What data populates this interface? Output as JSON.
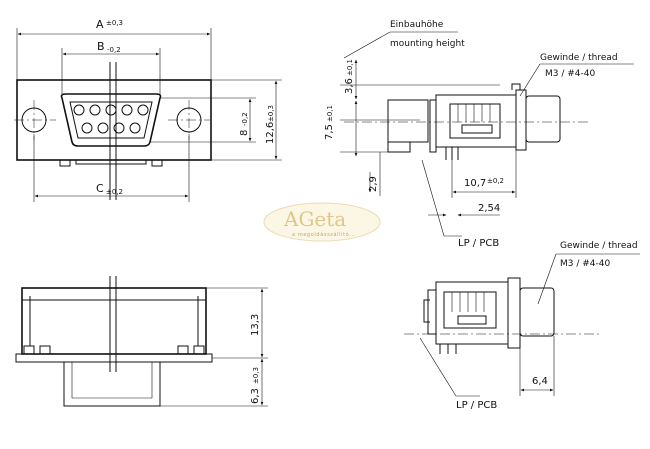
{
  "front_view": {
    "dim_a": "A",
    "dim_a_tol": "±0,3",
    "dim_b": "B",
    "dim_b_tol": "-0,2",
    "dim_c": "C",
    "dim_c_tol": "±0,2",
    "dim_8": "8",
    "dim_8_tol": "-0,2",
    "dim_12_6": "12,6",
    "dim_12_6_tol": "±0,3"
  },
  "side_view": {
    "mounting_height_de": "Einbauhöhe",
    "mounting_height_en": "mounting height",
    "thread_label": "Gewinde / thread",
    "thread_spec": "M3  /  #4-40",
    "dim_3_6": "3,6",
    "dim_3_6_tol": "±0,1",
    "dim_7_5": "7,5",
    "dim_7_5_tol": "±0,1",
    "dim_2_9": "2,9",
    "dim_10_7": "10,7",
    "dim_10_7_tol": "±0,2",
    "dim_2_54": "2,54",
    "pcb_label": "LP / PCB"
  },
  "bottom_view": {
    "dim_13_3": "13,3",
    "dim_6_3": "6,3",
    "dim_6_3_tol": "±0,3"
  },
  "lower_side_view": {
    "thread_label": "Gewinde / thread",
    "thread_spec": "M3  /  #4-40",
    "pcb_label": "LP / PCB",
    "dim_6_4": "6,4"
  },
  "watermark": {
    "logo": "AGeta",
    "tagline": "a megoldásszállító..."
  }
}
